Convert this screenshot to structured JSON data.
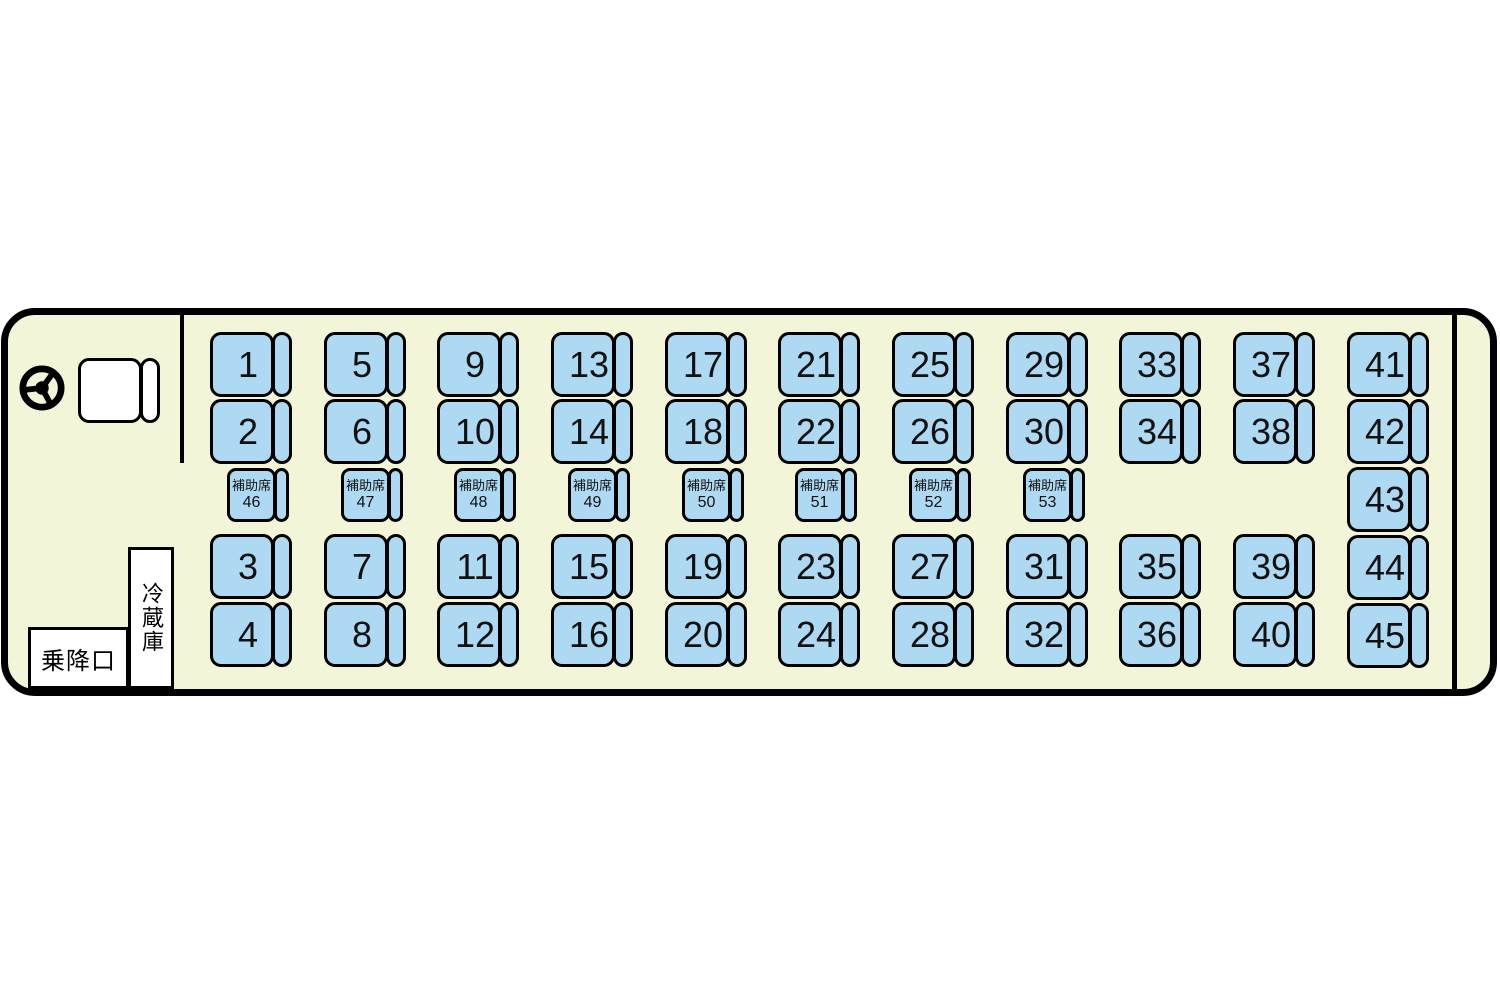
{
  "colors": {
    "seat_fill": "#aed9f2",
    "bus_interior": "#f3f5d9",
    "outline": "#000000",
    "service_area_fill": "#ffffff"
  },
  "labels": {
    "entrance": "乗降口",
    "fridge": "冷蔵庫",
    "aux_seat": "補助席"
  },
  "seat_map": {
    "columns": [
      {
        "top": [
          "1",
          "2"
        ],
        "aux": "46",
        "bottom": [
          "3",
          "4"
        ]
      },
      {
        "top": [
          "5",
          "6"
        ],
        "aux": "47",
        "bottom": [
          "7",
          "8"
        ]
      },
      {
        "top": [
          "9",
          "10"
        ],
        "aux": "48",
        "bottom": [
          "11",
          "12"
        ]
      },
      {
        "top": [
          "13",
          "14"
        ],
        "aux": "49",
        "bottom": [
          "15",
          "16"
        ]
      },
      {
        "top": [
          "17",
          "18"
        ],
        "aux": "50",
        "bottom": [
          "19",
          "20"
        ]
      },
      {
        "top": [
          "21",
          "22"
        ],
        "aux": "51",
        "bottom": [
          "23",
          "24"
        ]
      },
      {
        "top": [
          "25",
          "26"
        ],
        "aux": "52",
        "bottom": [
          "27",
          "28"
        ]
      },
      {
        "top": [
          "29",
          "30"
        ],
        "aux": "53",
        "bottom": [
          "31",
          "32"
        ]
      },
      {
        "top": [
          "33",
          "34"
        ],
        "aux": null,
        "bottom": [
          "35",
          "36"
        ]
      },
      {
        "top": [
          "37",
          "38"
        ],
        "aux": null,
        "bottom": [
          "39",
          "40"
        ]
      }
    ],
    "rear_column": [
      "41",
      "42",
      "43",
      "44",
      "45"
    ]
  }
}
